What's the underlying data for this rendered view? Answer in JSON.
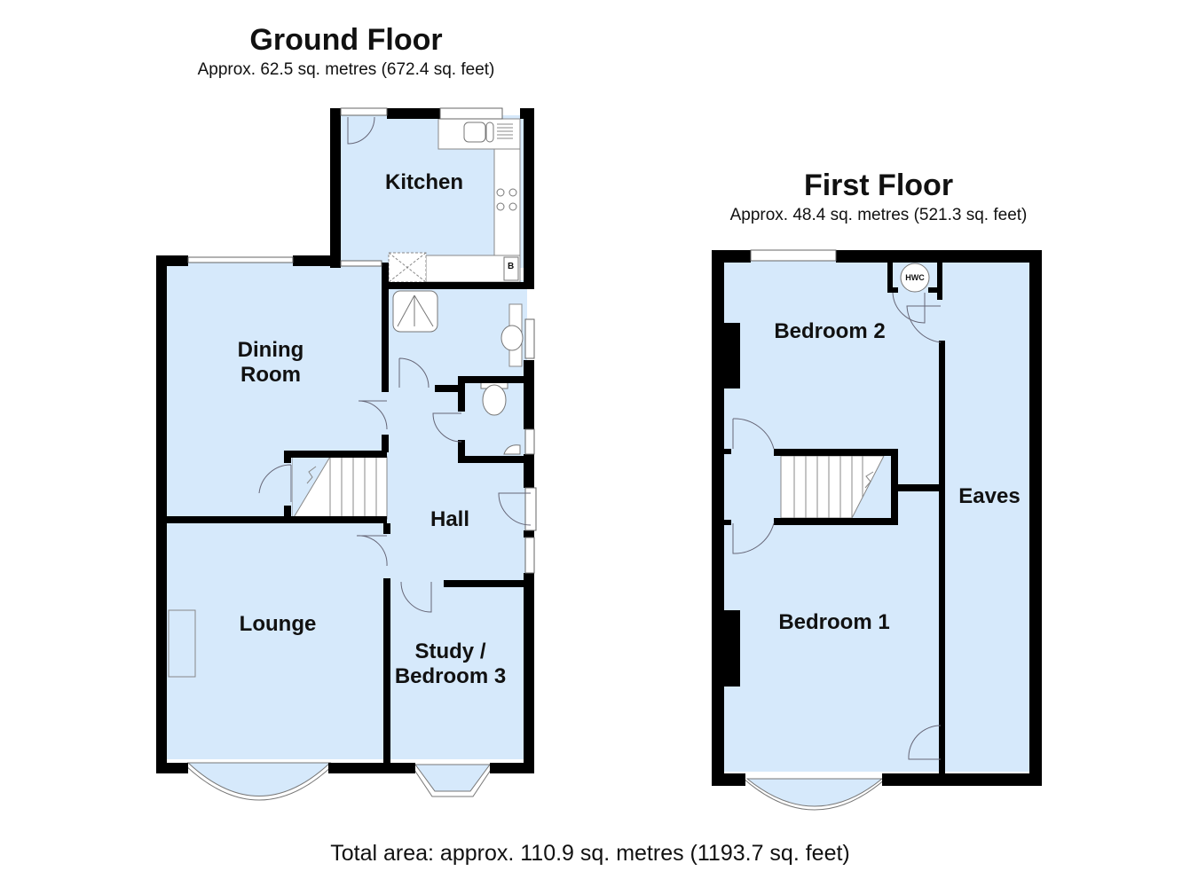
{
  "colors": {
    "room_fill": "#d6e9fb",
    "wall": "#000000",
    "fixture": "#ffffff",
    "line": "#555555"
  },
  "ground_floor": {
    "title": "Ground Floor",
    "area": "Approx. 62.5 sq. metres (672.4 sq. feet)",
    "rooms": {
      "kitchen": "Kitchen",
      "dining_line1": "Dining",
      "dining_line2": "Room",
      "hall": "Hall",
      "lounge": "Lounge",
      "study_line1": "Study /",
      "study_line2": "Bedroom 3"
    },
    "fixtures": {
      "boiler": "B"
    }
  },
  "first_floor": {
    "title": "First Floor",
    "area": "Approx. 48.4 sq. metres (521.3 sq. feet)",
    "rooms": {
      "bedroom2": "Bedroom 2",
      "bedroom1": "Bedroom 1",
      "eaves": "Eaves"
    },
    "fixtures": {
      "hot_water_cylinder": "HWC"
    }
  },
  "total_area": "Total area: approx. 110.9 sq. metres (1193.7 sq. feet)"
}
